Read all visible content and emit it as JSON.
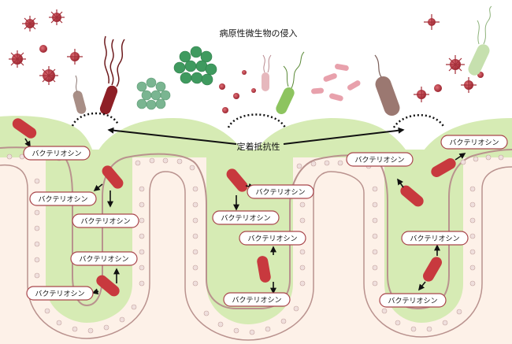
{
  "diagram": {
    "title": "病原性微生物の侵入",
    "center_label": "定着抵抗性",
    "bacteriocin_label": "バクテリオシン"
  },
  "colors": {
    "lumen_green": "#d6ebb4",
    "epithelium_outline": "#b9928e",
    "cell_fill": "#efdfdd",
    "tissue_fill": "#fdf1e8",
    "bacterium_red": "#c8393e",
    "pill_outline": "#a9464c",
    "pathogen_red": "#b5333d",
    "pathogen_green": "#3f9a5f"
  },
  "icons": [
    "virus-icon",
    "spiral-bacterium-icon",
    "rod-bacterium-icon",
    "cocci-cluster-icon",
    "flagellated-bacterium-icon",
    "arrow-icon"
  ]
}
